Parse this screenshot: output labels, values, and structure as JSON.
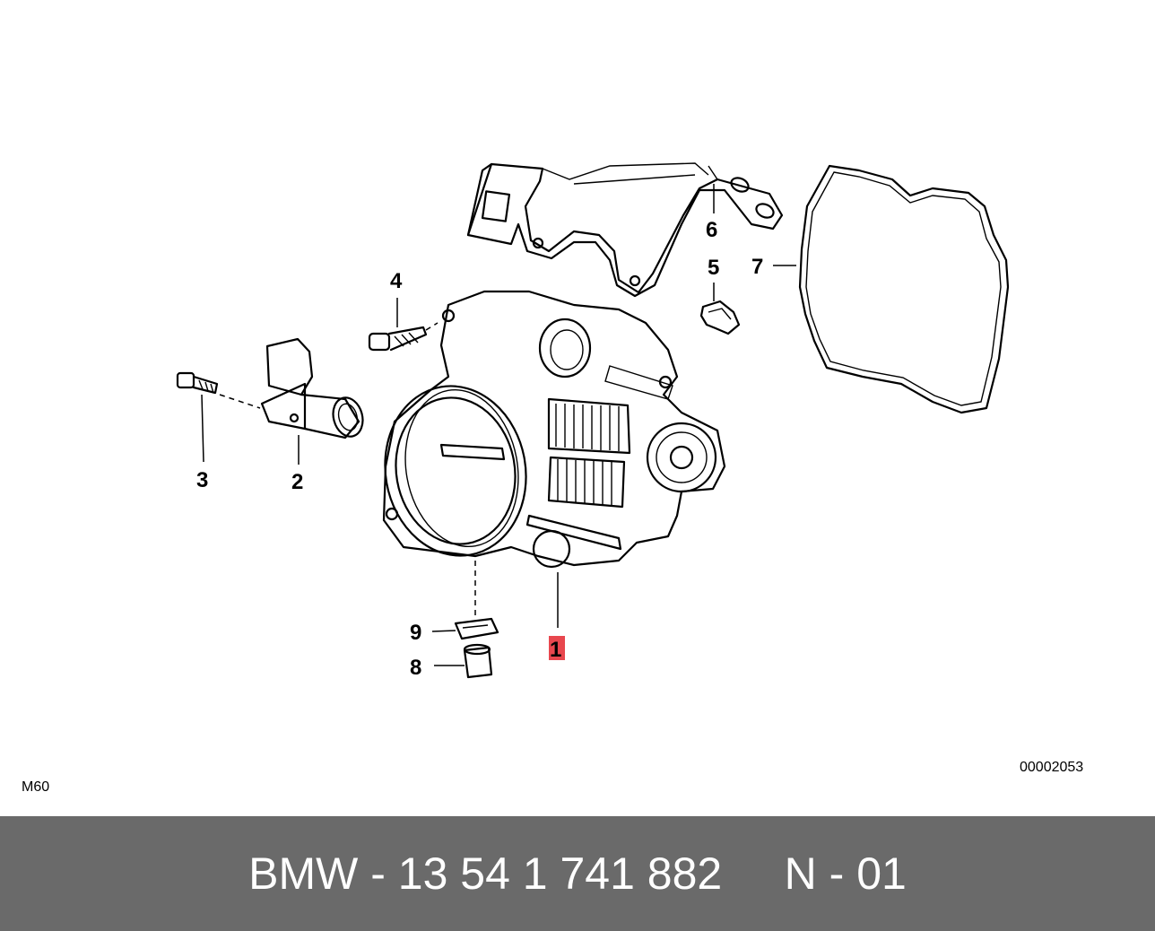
{
  "diagram": {
    "callouts": [
      {
        "id": "1",
        "label": "1",
        "highlighted": true
      },
      {
        "id": "2",
        "label": "2"
      },
      {
        "id": "3",
        "label": "3"
      },
      {
        "id": "4",
        "label": "4"
      },
      {
        "id": "5",
        "label": "5"
      },
      {
        "id": "6",
        "label": "6"
      },
      {
        "id": "7",
        "label": "7"
      },
      {
        "id": "8",
        "label": "8"
      },
      {
        "id": "9",
        "label": "9"
      }
    ],
    "highlight_color": "#e8474e",
    "engine_code": "M60",
    "diagram_id": "00002053"
  },
  "footer": {
    "text": "BMW - 13 54 1 741 882     N - 01",
    "background": "#6a6a6a",
    "text_color": "#ffffff"
  }
}
